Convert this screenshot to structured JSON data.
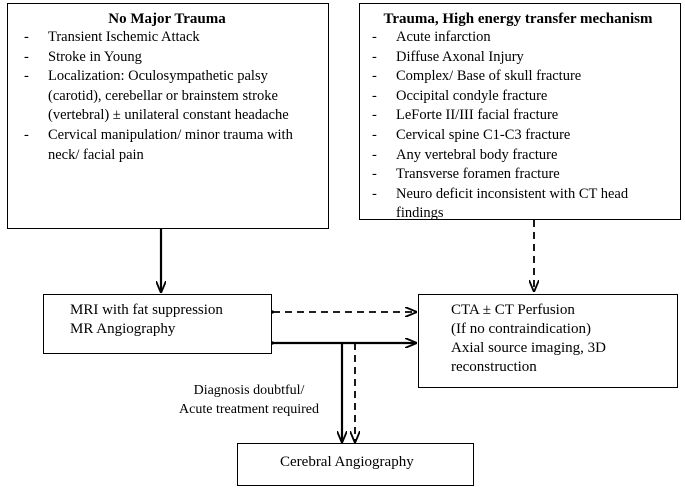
{
  "left_box": {
    "title": "No Major Trauma",
    "items": [
      "Transient Ischemic Attack",
      "Stroke in Young",
      "Localization: Oculosympathetic palsy (carotid), cerebellar or brainstem stroke (vertebral) ± unilateral constant headache",
      "Cervical manipulation/ minor trauma with neck/ facial pain"
    ]
  },
  "right_box": {
    "title": "Trauma, High energy transfer mechanism",
    "items": [
      "Acute infarction",
      "Diffuse Axonal Injury",
      "Complex/ Base of skull fracture",
      "Occipital condyle fracture",
      "LeForte II/III facial fracture",
      "Cervical spine C1-C3 fracture",
      "Any vertebral body fracture",
      "Transverse foramen fracture",
      "Neuro deficit inconsistent with CT head findings"
    ]
  },
  "mri_box": {
    "line1": "MRI with fat suppression",
    "line2": "MR Angiography"
  },
  "cta_box": {
    "line1": "CTA ±  CT Perfusion",
    "line2": "(If no contraindication)",
    "line3": "Axial source imaging, 3D reconstruction"
  },
  "angio_box": {
    "text": "Cerebral Angiography"
  },
  "decision_label": {
    "line1": "Diagnosis doubtful/",
    "line2": "Acute treatment required"
  }
}
